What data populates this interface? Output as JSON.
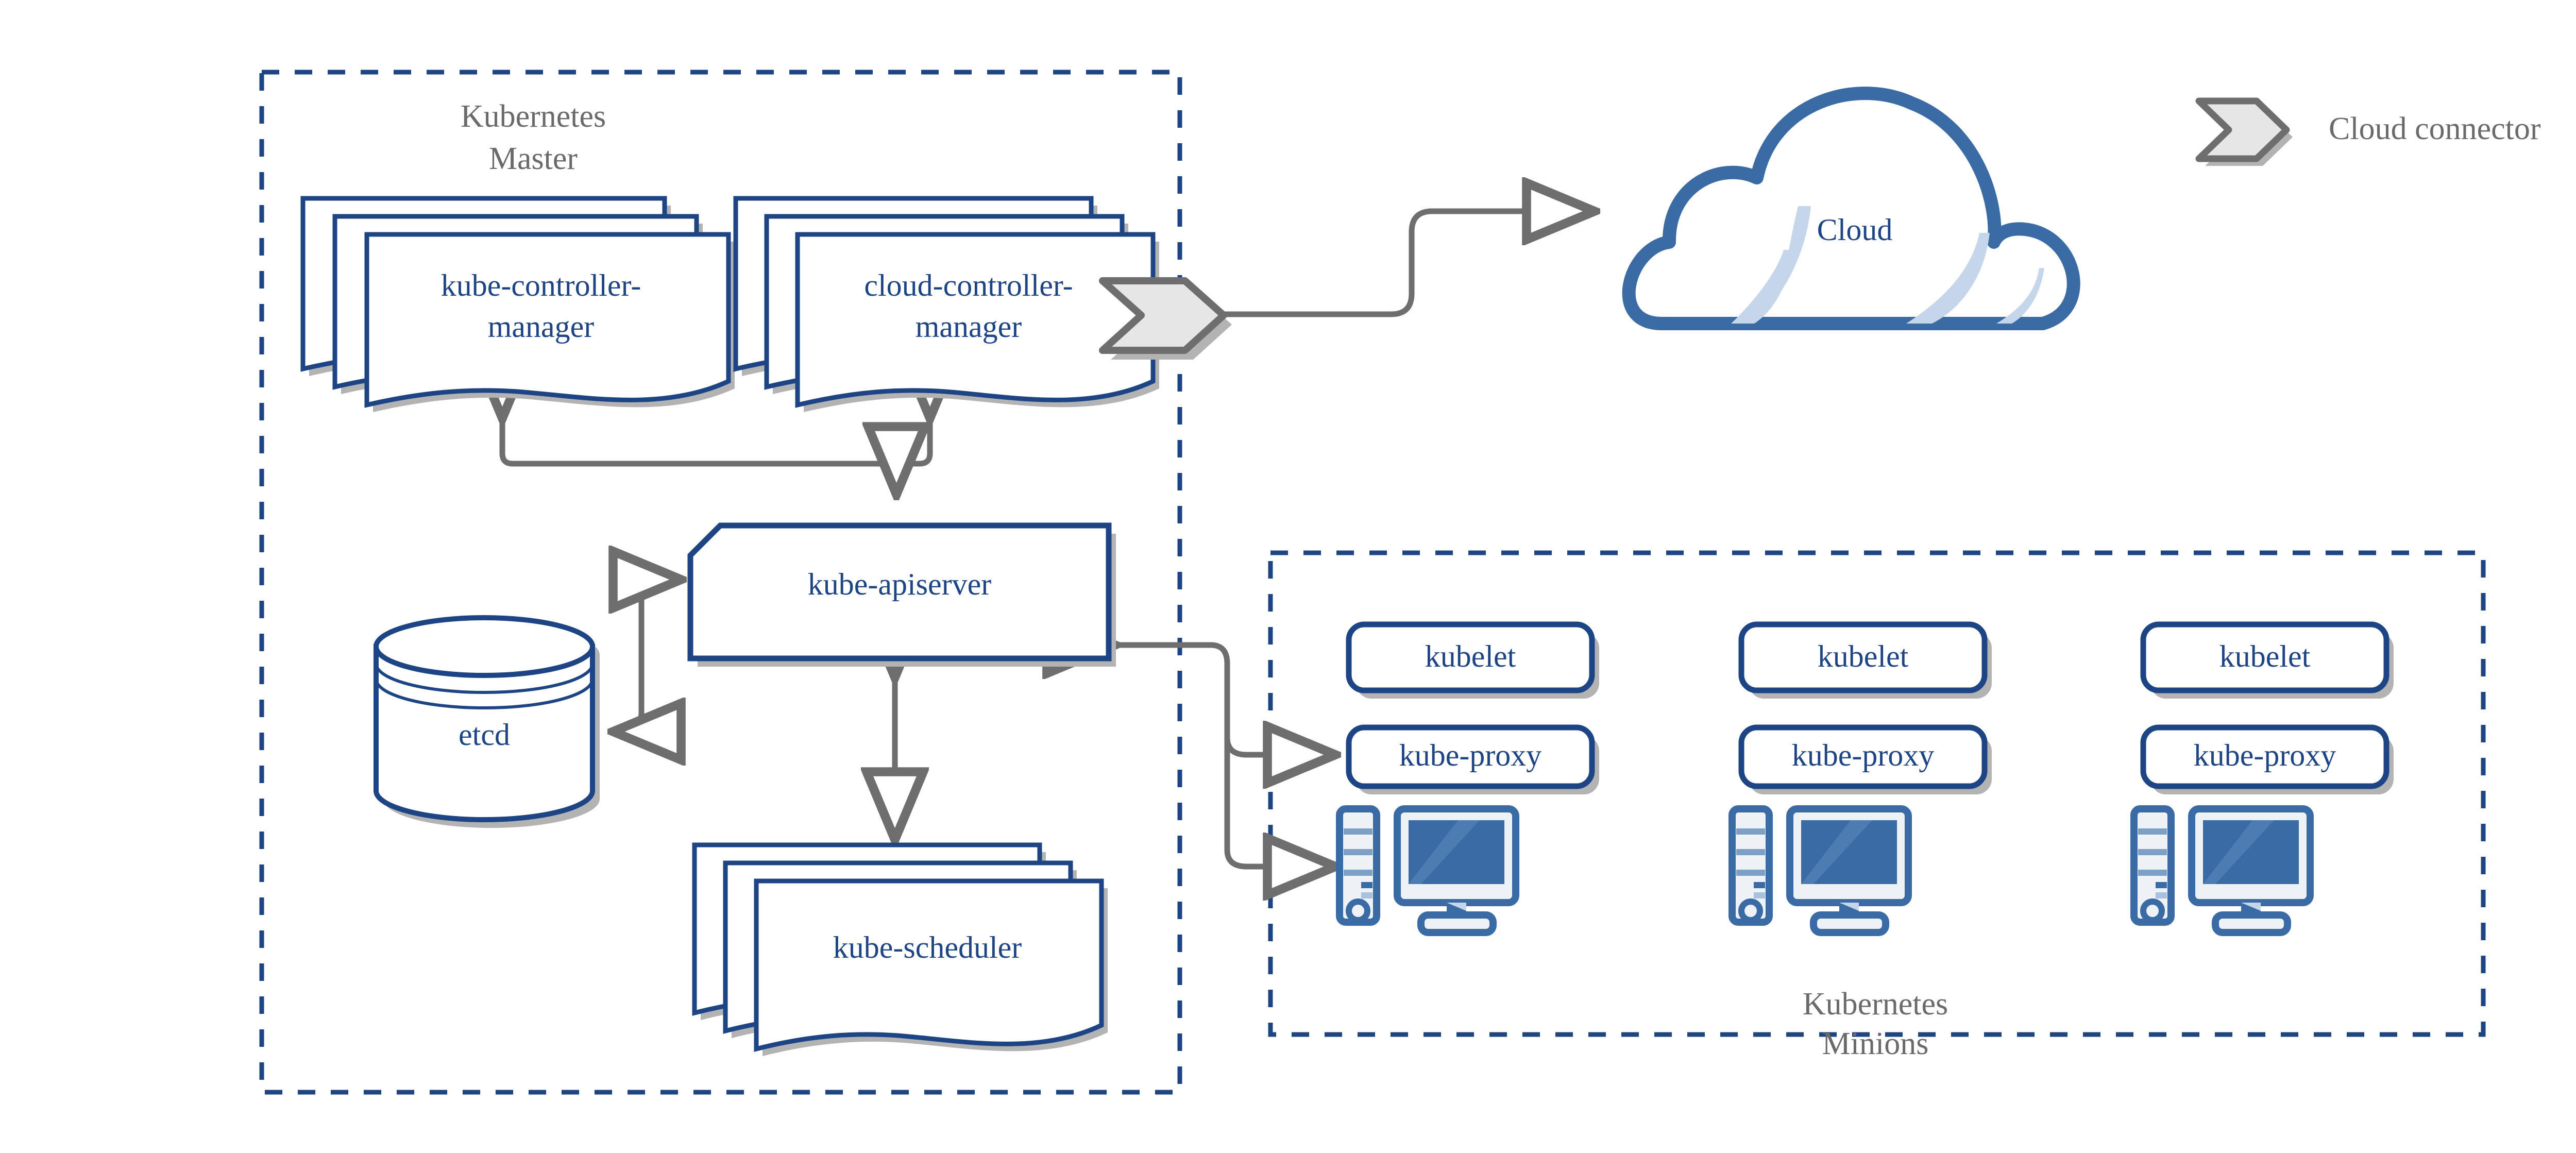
{
  "diagram": {
    "title": "Kubernetes cluster architecture",
    "colors": {
      "node_blue": "#1d4484",
      "cloud_blue": "#3a6ba5",
      "cloud_accent": "#c5d6ea",
      "connector_gray": "#6e6e6e",
      "shadow_gray": "#b3b3b3",
      "label_gray": "#6a6a6a",
      "chevron_fill": "#e6e6e6",
      "chevron_stroke": "#6e6e6e",
      "screen_blue": "#3a6ba5",
      "screen_highlight": "#4d7cb3",
      "case_fill": "#eef2f7",
      "background": "#ffffff"
    }
  },
  "groups": {
    "master": {
      "label_line1": "Kubernetes",
      "label_line2": "Master"
    },
    "minions": {
      "label_line1": "Kubernetes",
      "label_line2": "Minions"
    }
  },
  "legend": {
    "cloud_connector_label": "Cloud connector"
  },
  "master_nodes": {
    "kube_controller_manager": "kube-controller-",
    "kube_controller_manager_line2": "manager",
    "cloud_controller_manager": "cloud-controller-",
    "cloud_controller_manager_line2": "manager",
    "kube_apiserver": "kube-apiserver",
    "etcd": "etcd",
    "kube_scheduler": "kube-scheduler"
  },
  "cloud": {
    "label": "Cloud"
  },
  "minion_nodes": [
    {
      "kubelet": "kubelet",
      "kube_proxy": "kube-proxy"
    },
    {
      "kubelet": "kubelet",
      "kube_proxy": "kube-proxy"
    },
    {
      "kubelet": "kubelet",
      "kube_proxy": "kube-proxy"
    }
  ],
  "icons": {
    "cloud_connector": "chevron-arrow-icon",
    "computer": "desktop-computer-icon",
    "database": "database-cylinder-icon",
    "document_stack": "document-stack-icon"
  }
}
